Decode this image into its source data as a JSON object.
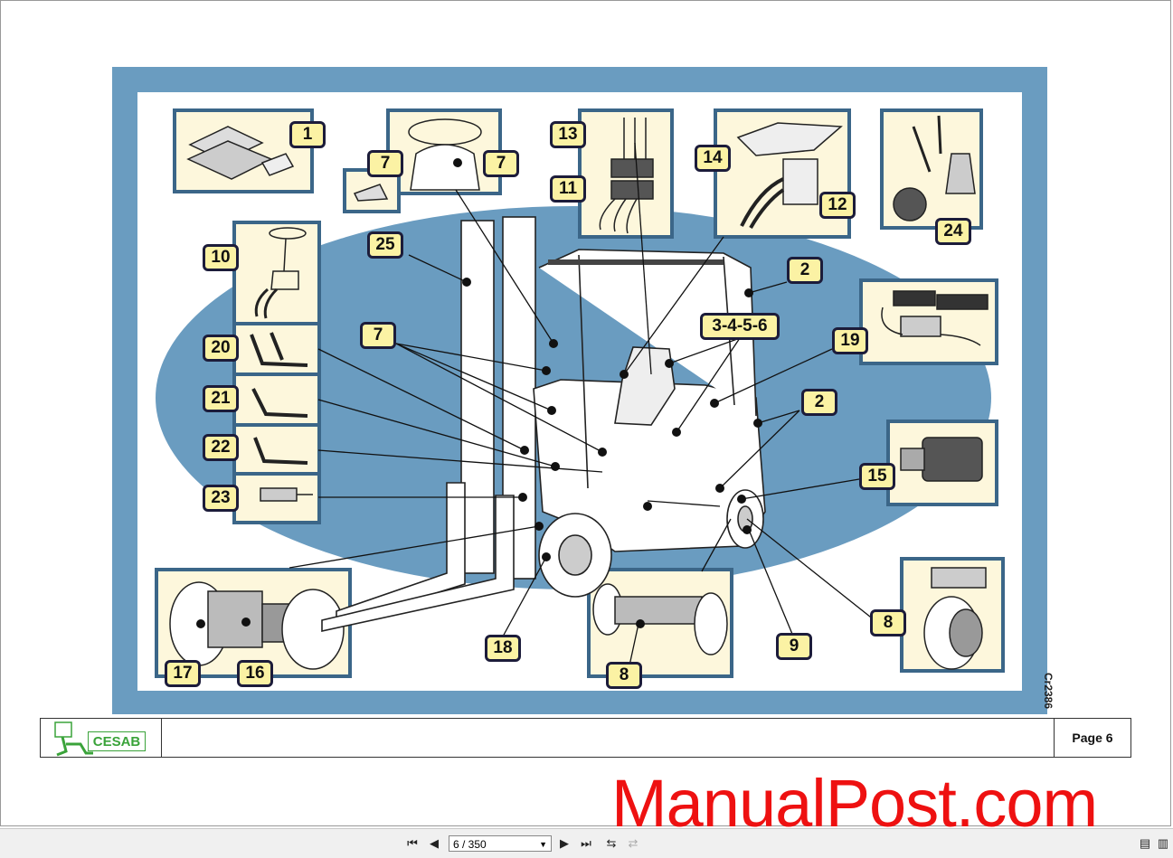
{
  "figure": {
    "code": "Cr2386",
    "callouts": [
      "1",
      "7",
      "7",
      "13",
      "11",
      "14",
      "12",
      "24",
      "10",
      "25",
      "2",
      "3-4-5-6",
      "19",
      "7",
      "20",
      "21",
      "2",
      "22",
      "15",
      "23",
      "17",
      "16",
      "18",
      "8",
      "9",
      "8"
    ]
  },
  "footer": {
    "brand": "CESAB",
    "page_label": "Page 6"
  },
  "watermark": "ManualPost.com",
  "toolbar": {
    "page_value": "6 / 350"
  },
  "colors": {
    "frame_blue": "#6a9cc0",
    "panel_cream": "#fdf7dc",
    "callout_yellow": "#fbf2a4",
    "callout_border": "#1c1c3a",
    "brand_green": "#3aa33a",
    "watermark_red": "#ee1111"
  }
}
